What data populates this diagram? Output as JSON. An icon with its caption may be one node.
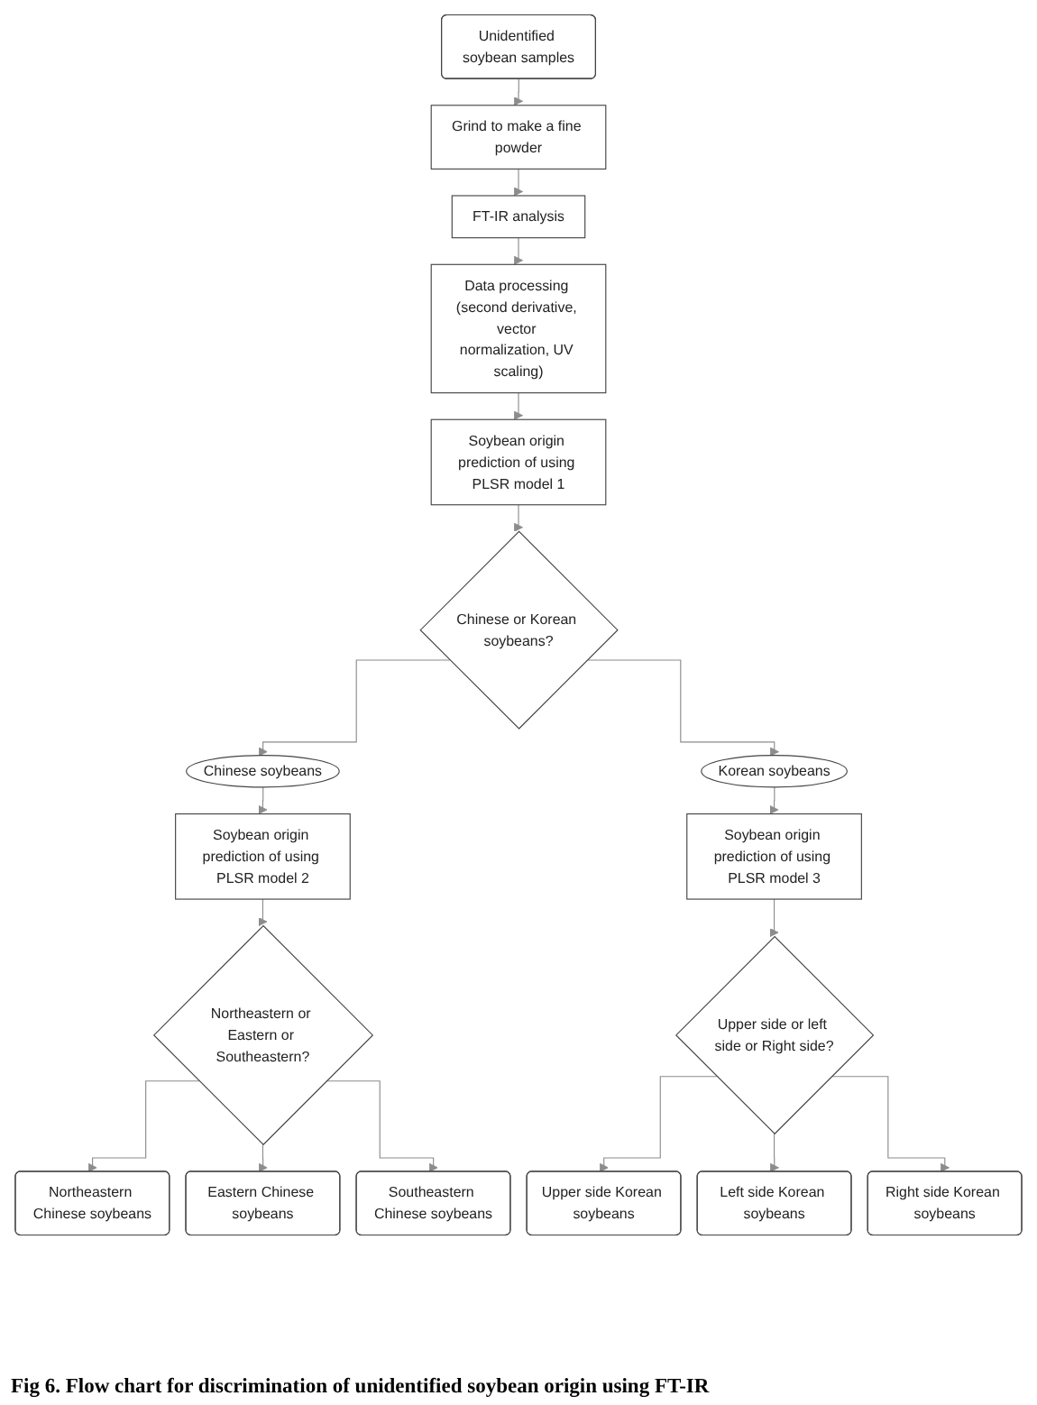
{
  "diagram": {
    "caption": "Fig 6. Flow chart for discrimination of unidentified soybean origin using FT-IR",
    "nodes": [
      {
        "text": [
          "Unidentified soybean samples"
        ]
      },
      {
        "text": [
          "Grind to make a fine powder"
        ]
      },
      {
        "text": [
          "FT-IR analysis"
        ]
      },
      {
        "text": [
          "Data processing (second derivative, vector normalization, UV scaling)"
        ]
      },
      {
        "text": [
          "Soybean origin prediction of using PLSR model 1"
        ]
      },
      {
        "text": [
          "Chinese or Korean soybeans?"
        ]
      },
      {
        "text": [
          "Chinese soybeans"
        ]
      },
      {
        "text": [
          "Korean soybeans"
        ]
      },
      {
        "text": [
          "Soybean origin prediction of using PLSR model 2"
        ]
      },
      {
        "text": [
          "Soybean origin prediction of using PLSR model 3"
        ]
      },
      {
        "text": [
          "Northeastern or Eastern or Southeastern?"
        ]
      },
      {
        "text": [
          "Upper side or left side or Right side?"
        ]
      },
      {
        "text": [
          "Northeastern Chinese soybeans"
        ]
      },
      {
        "text": [
          "Eastern Chinese soybeans"
        ]
      },
      {
        "text": [
          "Southeastern Chinese soybeans"
        ]
      },
      {
        "text": [
          "Upper side Korean soybeans"
        ]
      },
      {
        "text": [
          "Left side Korean soybeans"
        ]
      },
      {
        "text": [
          "Right side Korean soybeans"
        ]
      }
    ],
    "edges": [
      {
        "from": 0,
        "to": 1,
        "arrow": "to"
      },
      {
        "from": 1,
        "to": 2,
        "arrow": "to"
      },
      {
        "from": 2,
        "to": 3,
        "arrow": "to"
      },
      {
        "from": 3,
        "to": 4,
        "arrow": "to"
      },
      {
        "from": 4,
        "to": 5,
        "arrow": "to"
      },
      {
        "from": 5,
        "to": 6,
        "arrow": "to"
      },
      {
        "from": 5,
        "to": 7,
        "arrow": "to"
      },
      {
        "from": 6,
        "to": 8,
        "arrow": "to"
      },
      {
        "from": 7,
        "to": 9,
        "arrow": "to"
      },
      {
        "from": 8,
        "to": 10,
        "arrow": "to"
      },
      {
        "from": 9,
        "to": 11,
        "arrow": "to"
      },
      {
        "from": 10,
        "to": 12,
        "arrow": "to"
      },
      {
        "from": 10,
        "to": 13,
        "arrow": "to"
      },
      {
        "from": 10,
        "to": 14,
        "arrow": "to"
      },
      {
        "from": 11,
        "to": 15,
        "arrow": "to"
      },
      {
        "from": 11,
        "to": 16,
        "arrow": "to"
      },
      {
        "from": 11,
        "to": 17,
        "arrow": "to"
      }
    ]
  }
}
